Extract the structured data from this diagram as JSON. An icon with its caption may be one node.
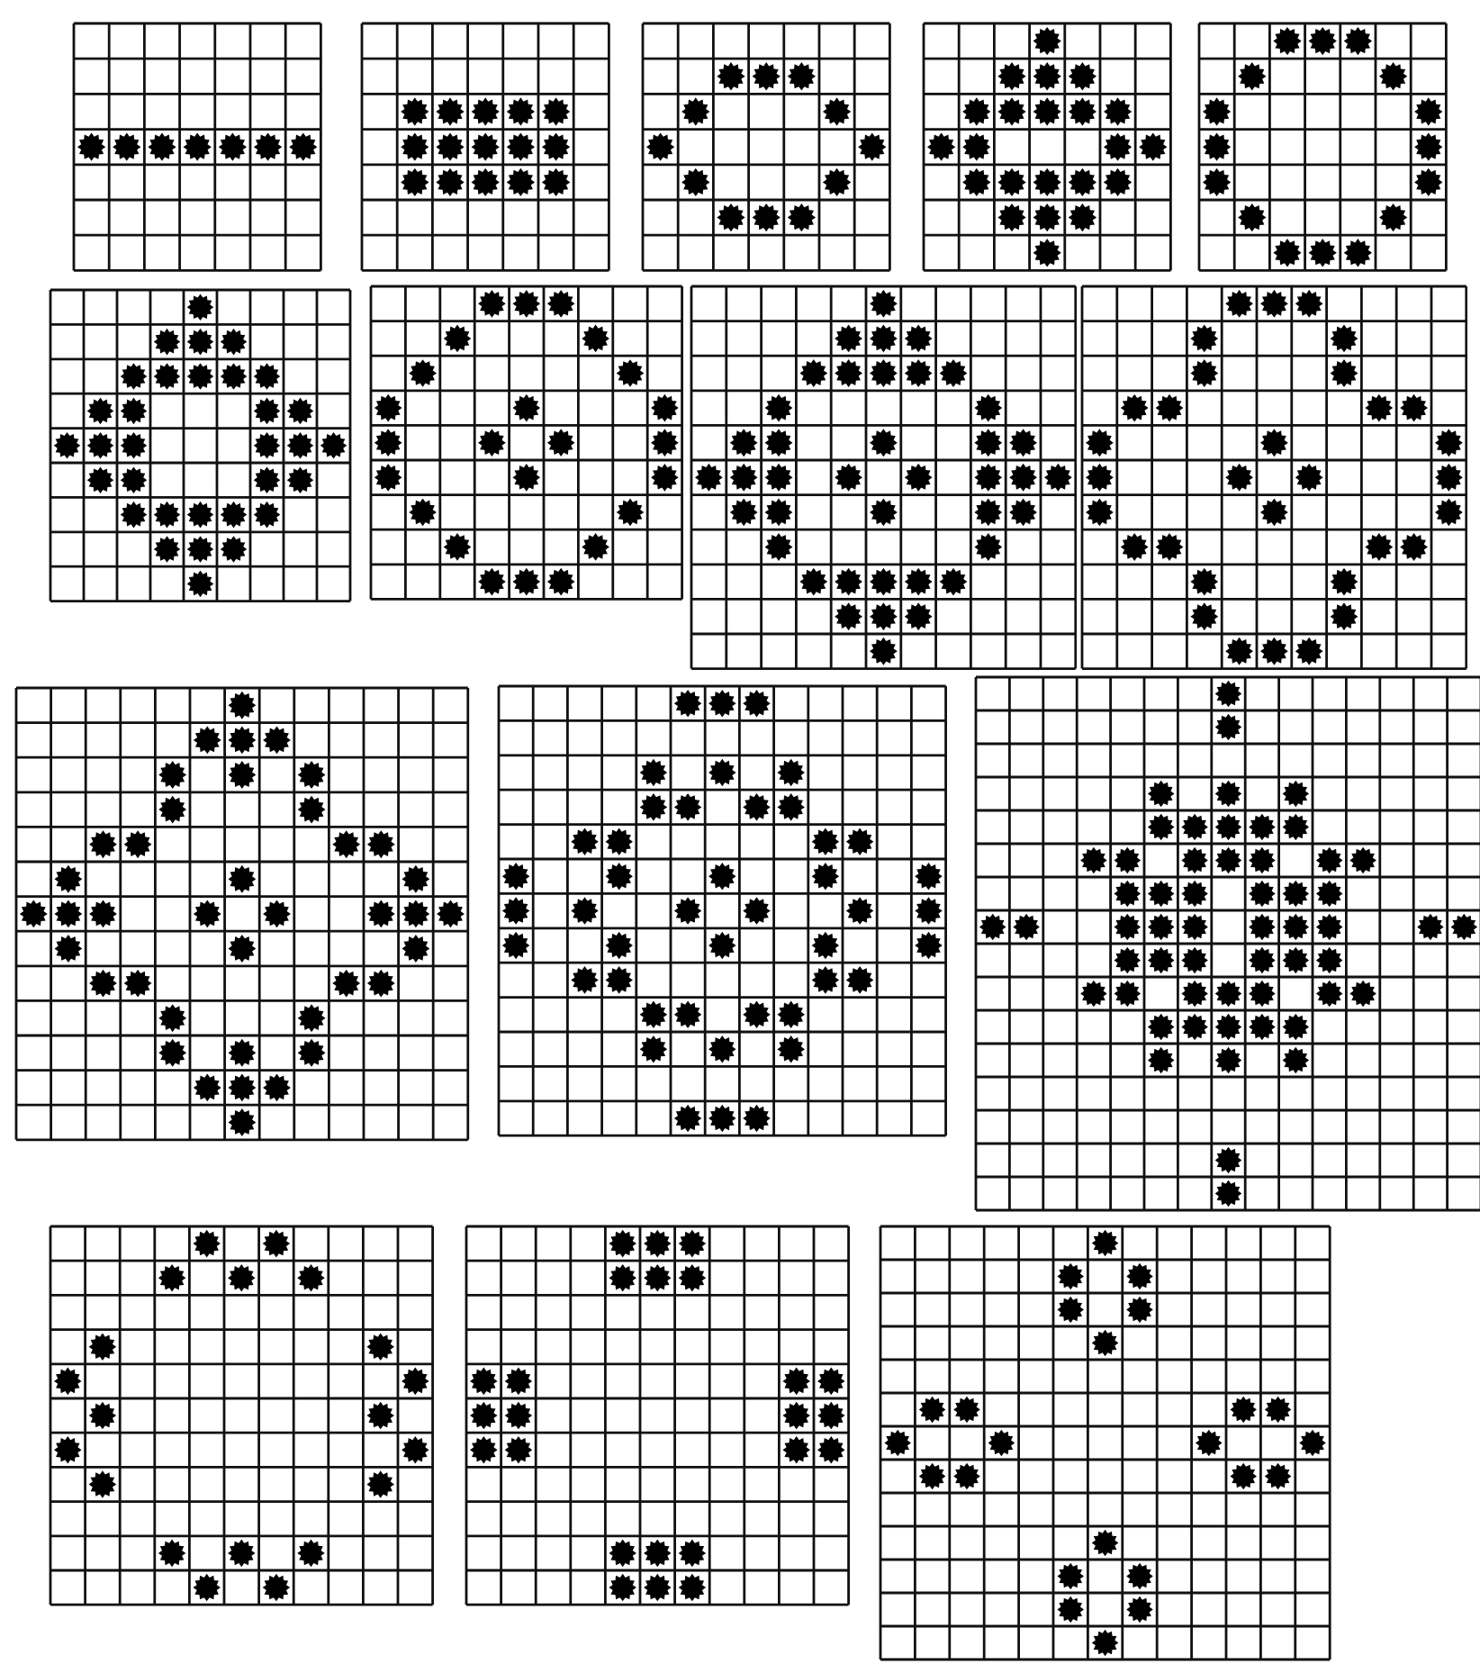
{
  "diagram": {
    "nodes": [
      {
        "text": [],
        "shape": "grid"
      },
      {
        "text": [],
        "shape": "grid"
      },
      {
        "text": [],
        "shape": "grid"
      },
      {
        "text": [],
        "shape": "grid"
      },
      {
        "text": [],
        "shape": "grid"
      },
      {
        "text": [],
        "shape": "grid"
      },
      {
        "text": [],
        "shape": "grid"
      },
      {
        "text": [],
        "shape": "grid"
      },
      {
        "text": [],
        "shape": "grid"
      },
      {
        "text": [],
        "shape": "grid"
      },
      {
        "text": [],
        "shape": "grid"
      },
      {
        "text": [],
        "shape": "grid"
      },
      {
        "text": [],
        "shape": "grid"
      },
      {
        "text": [],
        "shape": "grid"
      },
      {
        "text": [],
        "shape": "grid"
      }
    ]
  }
}
